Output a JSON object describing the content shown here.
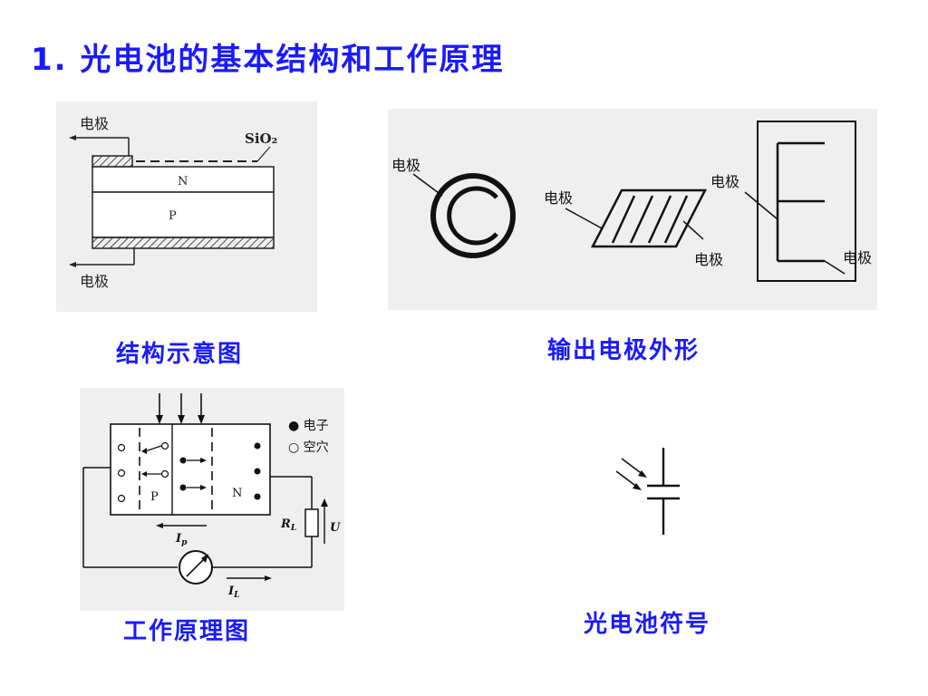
{
  "title": "1.  光电池的基本结构和工作原理",
  "captions": {
    "structure": "结构示意图",
    "electrode_shapes": "输出电极外形",
    "principle": "工作原理图",
    "symbol": "光电池符号"
  },
  "structure_diagram": {
    "electrode_top": "电极",
    "electrode_bottom": "电极",
    "oxide": "SiO₂",
    "n_layer": "N",
    "p_layer": "P"
  },
  "electrode_shapes_diagram": {
    "circle_label": "电极",
    "plate_label_left": "电极",
    "plate_label_right": "电极",
    "e_label_top": "电极",
    "e_label_right": "电极"
  },
  "principle_diagram": {
    "legend_electron": "● 电子",
    "legend_hole": "○ 空穴",
    "p_region": "P",
    "n_region": "N",
    "load_label": "R",
    "load_sub": "L",
    "voltage_label": "U",
    "current_p": "I",
    "current_p_sub": "p",
    "current_l": "I",
    "current_l_sub": "L"
  }
}
